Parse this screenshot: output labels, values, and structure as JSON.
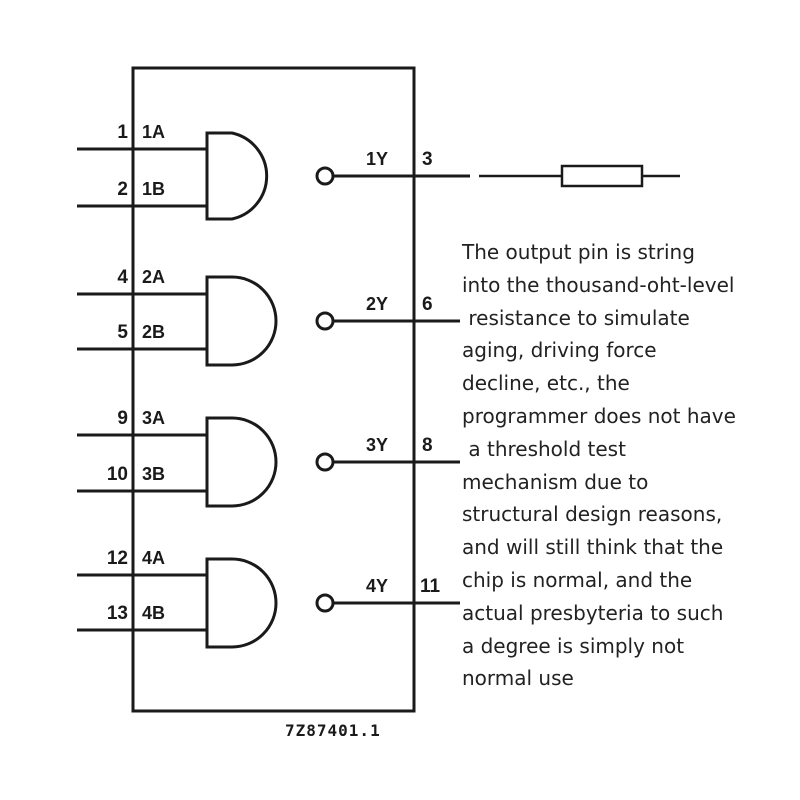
{
  "chip": {
    "id_label": "7Z87401.1"
  },
  "gates": [
    {
      "pin_a": "1",
      "label_a": "1A",
      "pin_b": "2",
      "label_b": "1B",
      "out_label": "1Y",
      "out_pin": "3"
    },
    {
      "pin_a": "4",
      "label_a": "2A",
      "pin_b": "5",
      "label_b": "2B",
      "out_label": "2Y",
      "out_pin": "6"
    },
    {
      "pin_a": "9",
      "label_a": "3A",
      "pin_b": "10",
      "label_b": "3B",
      "out_label": "3Y",
      "out_pin": "8"
    },
    {
      "pin_a": "12",
      "label_a": "4A",
      "pin_b": "13",
      "label_b": "4B",
      "out_label": "4Y",
      "out_pin": "11"
    }
  ],
  "annotation": {
    "lines": [
      "The output pin is string",
      "into the thousand-oht-level",
      " resistance to simulate",
      "aging, driving force",
      "decline, etc., the",
      "programmer does not have",
      " a threshold test",
      "mechanism due to",
      "structural design reasons,",
      "and will still think that the",
      "chip is normal, and the",
      "actual presbyteria to such",
      "a degree is simply not",
      "normal use"
    ]
  }
}
